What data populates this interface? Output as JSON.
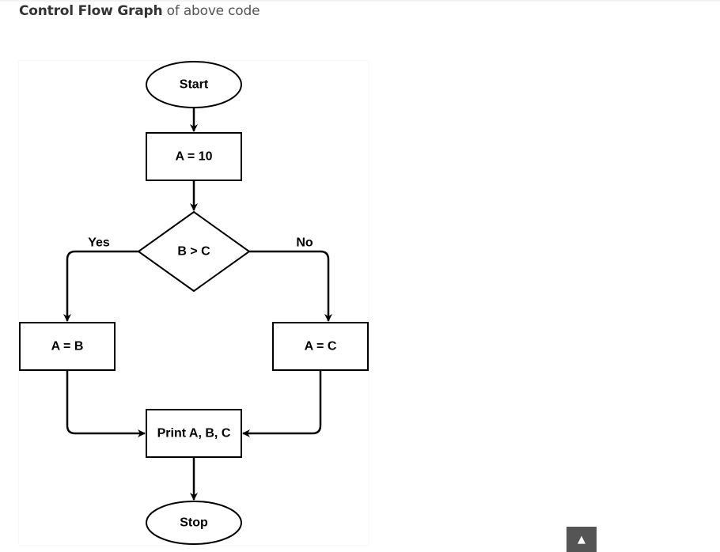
{
  "caption": {
    "strong": "Control Flow Graph",
    "rest": " of above code"
  },
  "diagram": {
    "nodes": {
      "start": "Start",
      "assign_a10": "A = 10",
      "decision": "B > C",
      "assign_ab": "A = B",
      "assign_ac": "A = C",
      "print": "Print A, B, C",
      "stop": "Stop"
    },
    "edges": {
      "yes": "Yes",
      "no": "No"
    }
  },
  "scroll_top": {
    "icon": "arrow-up-icon",
    "glyph": "▲"
  },
  "colors": {
    "stroke": "#000000",
    "button_bg": "#555555"
  }
}
